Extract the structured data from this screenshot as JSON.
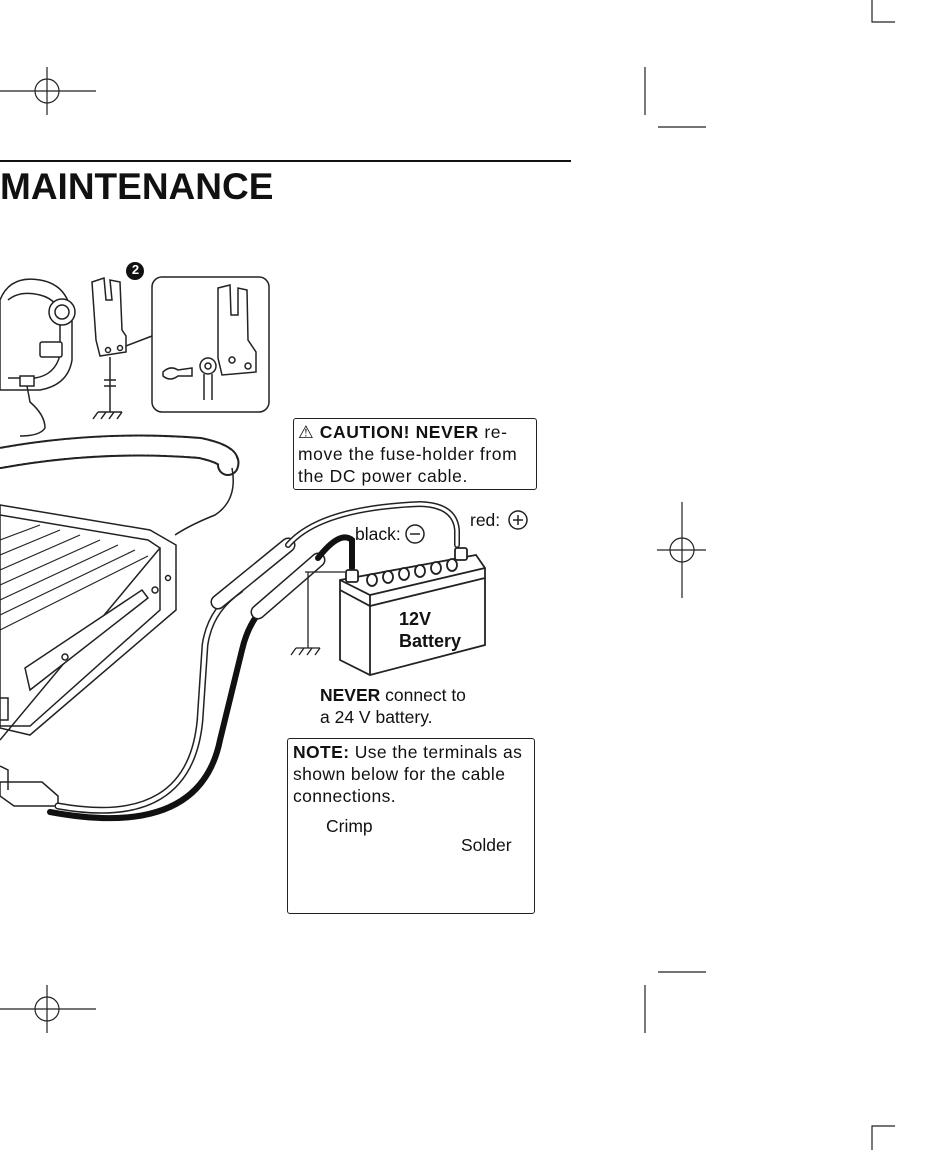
{
  "header": {
    "title": "MAINTENANCE"
  },
  "callout_number": "2",
  "caution": {
    "icon": "warning-triangle-icon",
    "lead": "CAUTION! NEVER",
    "text_line1": "re-",
    "text_line2": "move the fuse-holder from",
    "text_line3": "the DC power cable."
  },
  "battery": {
    "black_label": "black:",
    "red_label": "red:",
    "negative_symbol": "−",
    "positive_symbol": "+",
    "line1": "12V",
    "line2": "Battery"
  },
  "warning": {
    "bold": "NEVER",
    "line1_rest": " connect to",
    "line2": "a 24 V battery."
  },
  "note": {
    "bold": "NOTE:",
    "line1_rest": " Use the terminals as",
    "line2": "shown below for the cable",
    "line3": "connections.",
    "crimp_label": "Crimp",
    "solder_label": "Solder"
  }
}
